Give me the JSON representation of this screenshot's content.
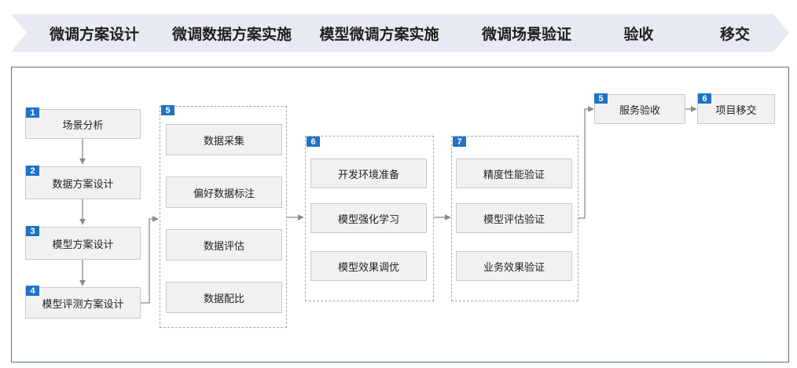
{
  "phases": [
    "微调方案设计",
    "微调数据方案实施",
    "模型微调方案实施",
    "微调场景验证",
    "验收",
    "移交"
  ],
  "design_steps": [
    {
      "badge": "1",
      "label": "场景分析"
    },
    {
      "badge": "2",
      "label": "数据方案设计"
    },
    {
      "badge": "3",
      "label": "模型方案设计"
    },
    {
      "badge": "4",
      "label": "模型评测方案设计"
    }
  ],
  "data_group": {
    "badge": "5",
    "items": [
      "数据采集",
      "偏好数据标注",
      "数据评估",
      "数据配比"
    ]
  },
  "model_group": {
    "badge": "6",
    "items": [
      "开发环境准备",
      "模型强化学习",
      "模型效果调优"
    ]
  },
  "validation_group": {
    "badge": "7",
    "items": [
      "精度性能验证",
      "模型评估验证",
      "业务效果验证"
    ]
  },
  "acceptance": {
    "badge": "5",
    "label": "服务验收"
  },
  "handover": {
    "badge": "6",
    "label": "项目移交"
  },
  "colors": {
    "chevron_fill": "#e7eaf1",
    "badge": "#1f73c4",
    "frame": "#5a6e86",
    "box_fill": "#f1f1f1"
  }
}
